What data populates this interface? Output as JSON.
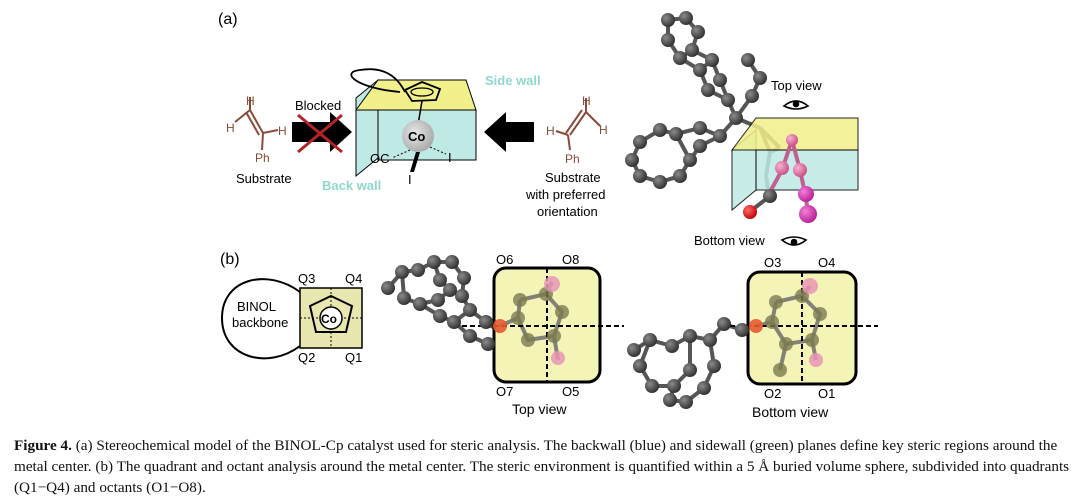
{
  "panels": {
    "a_label": "(a)",
    "b_label": "(b)"
  },
  "panel_a": {
    "blocked": "Blocked",
    "side_wall": "Side wall",
    "back_wall": "Back wall",
    "metal": "Co",
    "oc": "OC",
    "iodide_right": "I",
    "iodide_bottom": "I",
    "substrate_left": "Substrate",
    "substrate_right_1": "Substrate",
    "substrate_right_2": "with preferred",
    "substrate_right_3": "orientation",
    "ph_left": "Ph",
    "ph_right": "Ph",
    "h": "H",
    "top_view": "Top view",
    "bottom_view": "Bottom view"
  },
  "panel_b": {
    "binol_1": "BINOL",
    "binol_2": "backbone",
    "metal": "Co",
    "q1": "Q1",
    "q2": "Q2",
    "q3": "Q3",
    "q4": "Q4",
    "o1": "O1",
    "o2": "O2",
    "o3": "O3",
    "o4": "O4",
    "o5": "O5",
    "o6": "O6",
    "o7": "O7",
    "o8": "O8",
    "top_view": "Top view",
    "bottom_view": "Bottom view"
  },
  "caption": {
    "label": "Figure 4.",
    "text": " (a) Stereochemical model of the BINOL-Cp catalyst used for steric analysis. The backwall (blue) and sidewall (green) planes define key steric regions around the metal center. (b) The quadrant and octant analysis around the metal center. The steric environment is quantified within a 5 Å buried volume sphere, subdivided into quadrants (Q1−Q4) and octants (O1−O8)."
  },
  "colors": {
    "wall_blue": "#bfe9e4",
    "wall_yellow": "#f2f08a",
    "atom_dark": "#505050",
    "atom_pink": "#e07aa5",
    "atom_red": "#e82020",
    "substrate": "#8b4a3a",
    "side_wall_text": "#8fd8cc",
    "cross": "#b4232a"
  }
}
